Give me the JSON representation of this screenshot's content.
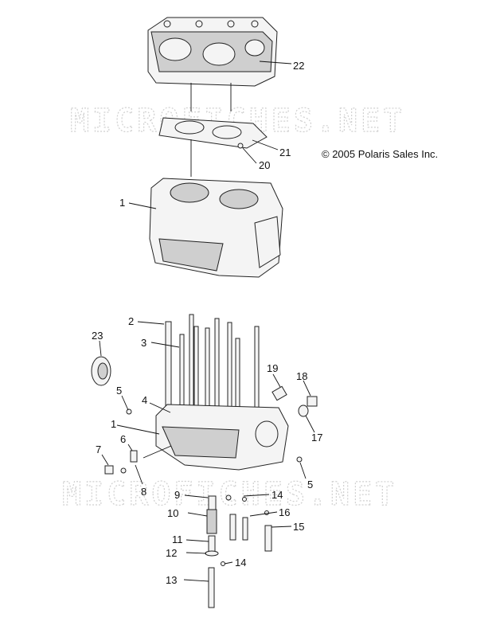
{
  "copyright": "© 2005 Polaris Sales Inc.",
  "watermarks": [
    "MICROFICHES.NET",
    "MICROFICHES.NET"
  ],
  "callouts": [
    {
      "id": "c22",
      "label": "22"
    },
    {
      "id": "c21",
      "label": "21"
    },
    {
      "id": "c20",
      "label": "20"
    },
    {
      "id": "c1a",
      "label": "1"
    },
    {
      "id": "c2",
      "label": "2"
    },
    {
      "id": "c3",
      "label": "3"
    },
    {
      "id": "c23",
      "label": "23"
    },
    {
      "id": "c5a",
      "label": "5"
    },
    {
      "id": "c4",
      "label": "4"
    },
    {
      "id": "c1b",
      "label": "1"
    },
    {
      "id": "c19",
      "label": "19"
    },
    {
      "id": "c18",
      "label": "18"
    },
    {
      "id": "c17",
      "label": "17"
    },
    {
      "id": "c7",
      "label": "7"
    },
    {
      "id": "c6",
      "label": "6"
    },
    {
      "id": "c8",
      "label": "8"
    },
    {
      "id": "c5b",
      "label": "5"
    },
    {
      "id": "c9",
      "label": "9"
    },
    {
      "id": "c14a",
      "label": "14"
    },
    {
      "id": "c10",
      "label": "10"
    },
    {
      "id": "c16",
      "label": "16"
    },
    {
      "id": "c15",
      "label": "15"
    },
    {
      "id": "c11",
      "label": "11"
    },
    {
      "id": "c12",
      "label": "12"
    },
    {
      "id": "c14b",
      "label": "14"
    },
    {
      "id": "c13",
      "label": "13"
    }
  ]
}
